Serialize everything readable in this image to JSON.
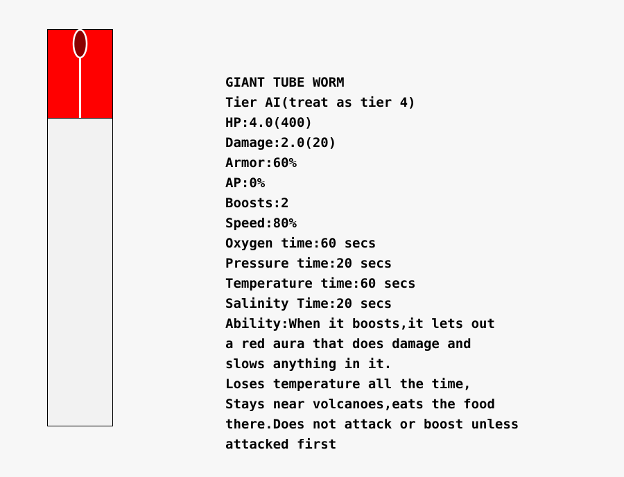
{
  "colors": {
    "background": "#f7f7f7",
    "worm_red": "#ff0000",
    "worm_head_dark": "#8b0000",
    "tube_fill": "#f2f2f2",
    "outline": "#000000",
    "stalk": "#ffffff",
    "text": "#000000"
  },
  "icons": {
    "creature": "tube-worm-icon"
  },
  "creature": {
    "name": "GIANT TUBE WORM",
    "stats": [
      "Tier AI(treat as tier 4)",
      "HP:4.0(400)",
      "Damage:2.0(20)",
      "Armor:60%",
      "AP:0%",
      "Boosts:2",
      "Speed:80%",
      "Oxygen time:60 secs",
      "Pressure time:20 secs",
      "Temperature time:60 secs",
      "Salinity Time:20 secs",
      "Ability:When it boosts,it lets out",
      "a red aura that does damage and",
      "slows anything in it.",
      "Loses temperature all the time,",
      "Stays near volcanoes,eats the food",
      "there.Does not attack or boost unless",
      "attacked first"
    ]
  }
}
